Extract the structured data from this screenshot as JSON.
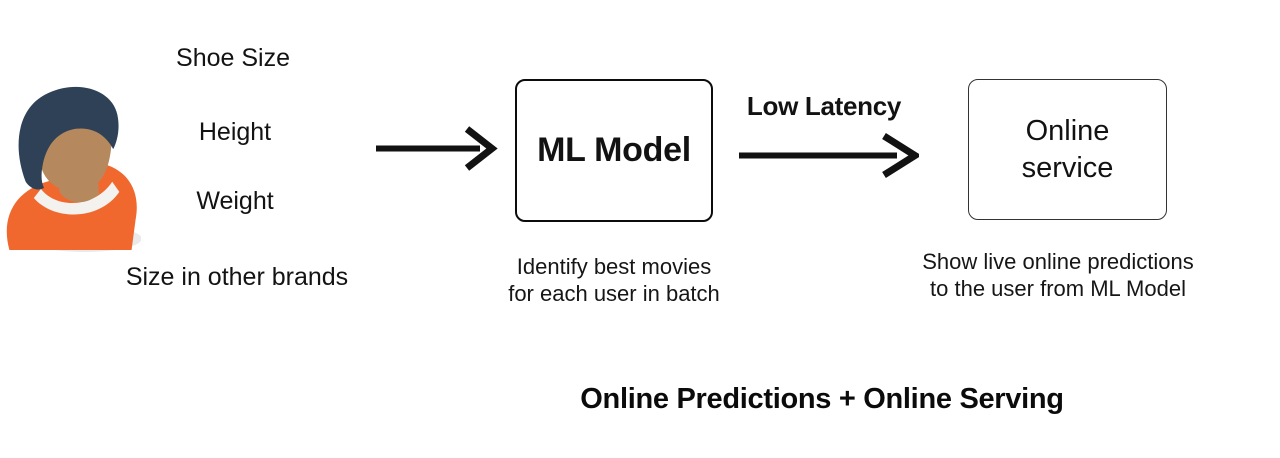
{
  "features": [
    "Shoe Size",
    "Height",
    "Weight",
    "Size in other brands"
  ],
  "ml_model": {
    "label": "ML Model",
    "caption": [
      "Identify best movies",
      "for each user in batch"
    ]
  },
  "online_service": {
    "label": [
      "Online",
      "service"
    ],
    "caption": [
      "Show live online predictions",
      "to the user from ML Model"
    ]
  },
  "low_latency_label": "Low Latency",
  "title": "Online Predictions + Online Serving",
  "colors": {
    "ink": "#121212",
    "hair": "#2F4156",
    "skin": "#B5895D",
    "shirt": "#F1682E",
    "collar": "#F3F2EE",
    "shadow": "#D8D8D8"
  }
}
